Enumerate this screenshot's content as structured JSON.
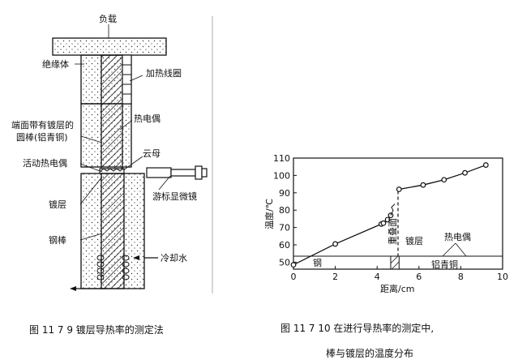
{
  "left_figure": {
    "labels": {
      "load": "负载",
      "insulator": "绝缘体",
      "heating_coil": "加热线圈",
      "rod_line1": "端面带有镀层的",
      "rod_line2": "圆棒(铝青铜)",
      "thermocouple": "热电偶",
      "mica": "云母",
      "movable_thermocouple": "活动热电偶",
      "vernier_microscope": "游标显微镜",
      "coating": "镀层",
      "steel_rod": "钢棒",
      "cooling_water": "冷却水"
    },
    "caption": "图 11   7   9   镀层导热率的测定法"
  },
  "right_figure": {
    "caption_line1": "图 11   7   10   在进行导热率的测定中,",
    "caption_line2": "棒与镀层的温度分布",
    "labels": {
      "overlap_plane": "重叠面",
      "coating": "镀层",
      "thermocouple": "热电偶",
      "steel": "钢",
      "aluminum_bronze": "铝青铜"
    },
    "chart_data": {
      "type": "line",
      "xlabel": "距离/cm",
      "ylabel": "温度/℃",
      "x_ticks": [
        0,
        2,
        4,
        6,
        8,
        10
      ],
      "y_ticks": [
        50,
        60,
        70,
        80,
        90,
        100,
        110
      ],
      "xlim": [
        0,
        10
      ],
      "ylim": [
        46,
        110
      ],
      "series": [
        {
          "points": [
            [
              0,
              48.5
            ],
            [
              2,
              60.5
            ],
            [
              4.2,
              72
            ],
            [
              4.3,
              72.5
            ],
            [
              4.5,
              74.5
            ],
            [
              4.65,
              77
            ]
          ]
        },
        {
          "points": [
            [
              5.05,
              92
            ],
            [
              6.2,
              94.5
            ],
            [
              7.2,
              97.5
            ],
            [
              8.2,
              101.5
            ],
            [
              9.2,
              106
            ]
          ]
        }
      ],
      "discontinuity_x": 5,
      "hatched_band": [
        4.65,
        5.05
      ]
    }
  }
}
